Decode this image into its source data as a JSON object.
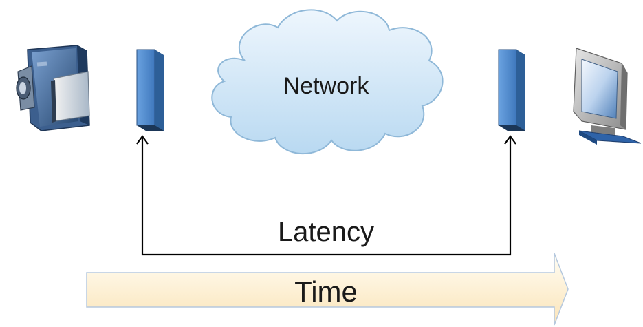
{
  "diagram": {
    "network_label": "Network",
    "latency_label": "Latency",
    "time_label": "Time",
    "icons": {
      "source": "video-camera-icon",
      "encoder": "buffer-block-icon",
      "decoder": "buffer-block-icon",
      "destination": "monitor-icon"
    },
    "colors": {
      "cloud_fill_light": "#eef6fd",
      "cloud_fill_dark": "#b9d9f1",
      "cloud_stroke": "#8fb8d8",
      "block_front": "#5b93d3",
      "block_side": "#2d5f98",
      "block_edge": "#1f3f66",
      "arrow_stroke": "#000000",
      "time_fill_light": "#fffbee",
      "time_fill_dark": "#fbe7bf",
      "time_stroke": "#b5c8de"
    }
  }
}
